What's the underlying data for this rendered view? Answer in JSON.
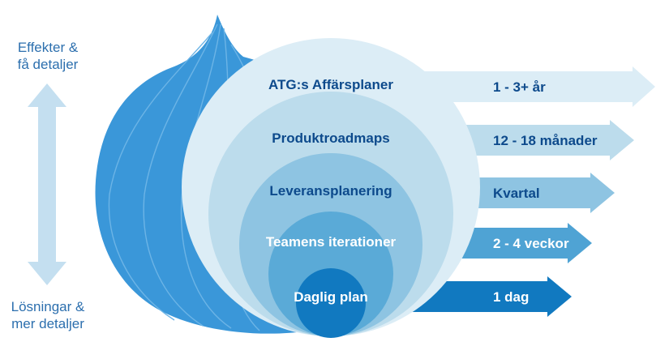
{
  "side_labels": {
    "top": [
      "Effekter &",
      "få detaljer"
    ],
    "bottom": [
      "Lösningar &",
      "mer detaljer"
    ]
  },
  "levels": [
    {
      "name": "ATG:s Affärsplaner",
      "horizon": "1 - 3+ år",
      "color": "#dcedf6",
      "arrow_color": "#dcedf6",
      "arrow_text_color": "#0d4a8c"
    },
    {
      "name": "Produktroadmaps",
      "horizon": "12 - 18 månader",
      "color": "#bcdcec",
      "arrow_color": "#bcdcec",
      "arrow_text_color": "#0d4a8c"
    },
    {
      "name": "Leveransplanering",
      "horizon": "Kvartal",
      "color": "#8ec4e2",
      "arrow_color": "#8ec4e2",
      "arrow_text_color": "#0d4a8c"
    },
    {
      "name": "Teamens iterationer",
      "horizon": "2 - 4 veckor",
      "color": "#5aaad7",
      "arrow_color": "#4fa3d4",
      "arrow_text_color": "#ffffff"
    },
    {
      "name": "Daglig plan",
      "horizon": "1 dag",
      "color": "#1179c0",
      "arrow_color": "#1179c0",
      "arrow_text_color": "#ffffff"
    }
  ],
  "colors": {
    "onion": "#3a97d9",
    "onion_stripe": "#6cb4e6",
    "double_arrow": "#c4dff0",
    "label_dark": "#0d4a8c",
    "side_text": "#2c6fae"
  }
}
